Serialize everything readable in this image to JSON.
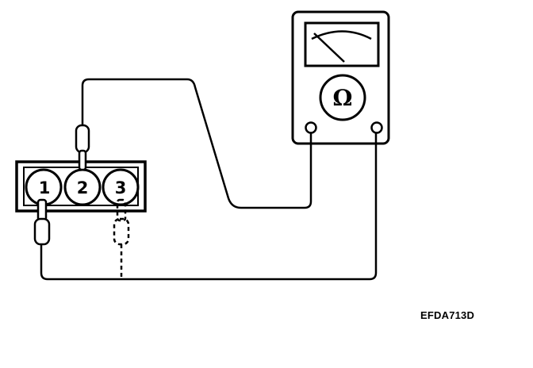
{
  "diagram": {
    "terminals": [
      "1",
      "2",
      "3"
    ],
    "meter_symbol": "Ω",
    "figure_code": "EFDA713D"
  }
}
